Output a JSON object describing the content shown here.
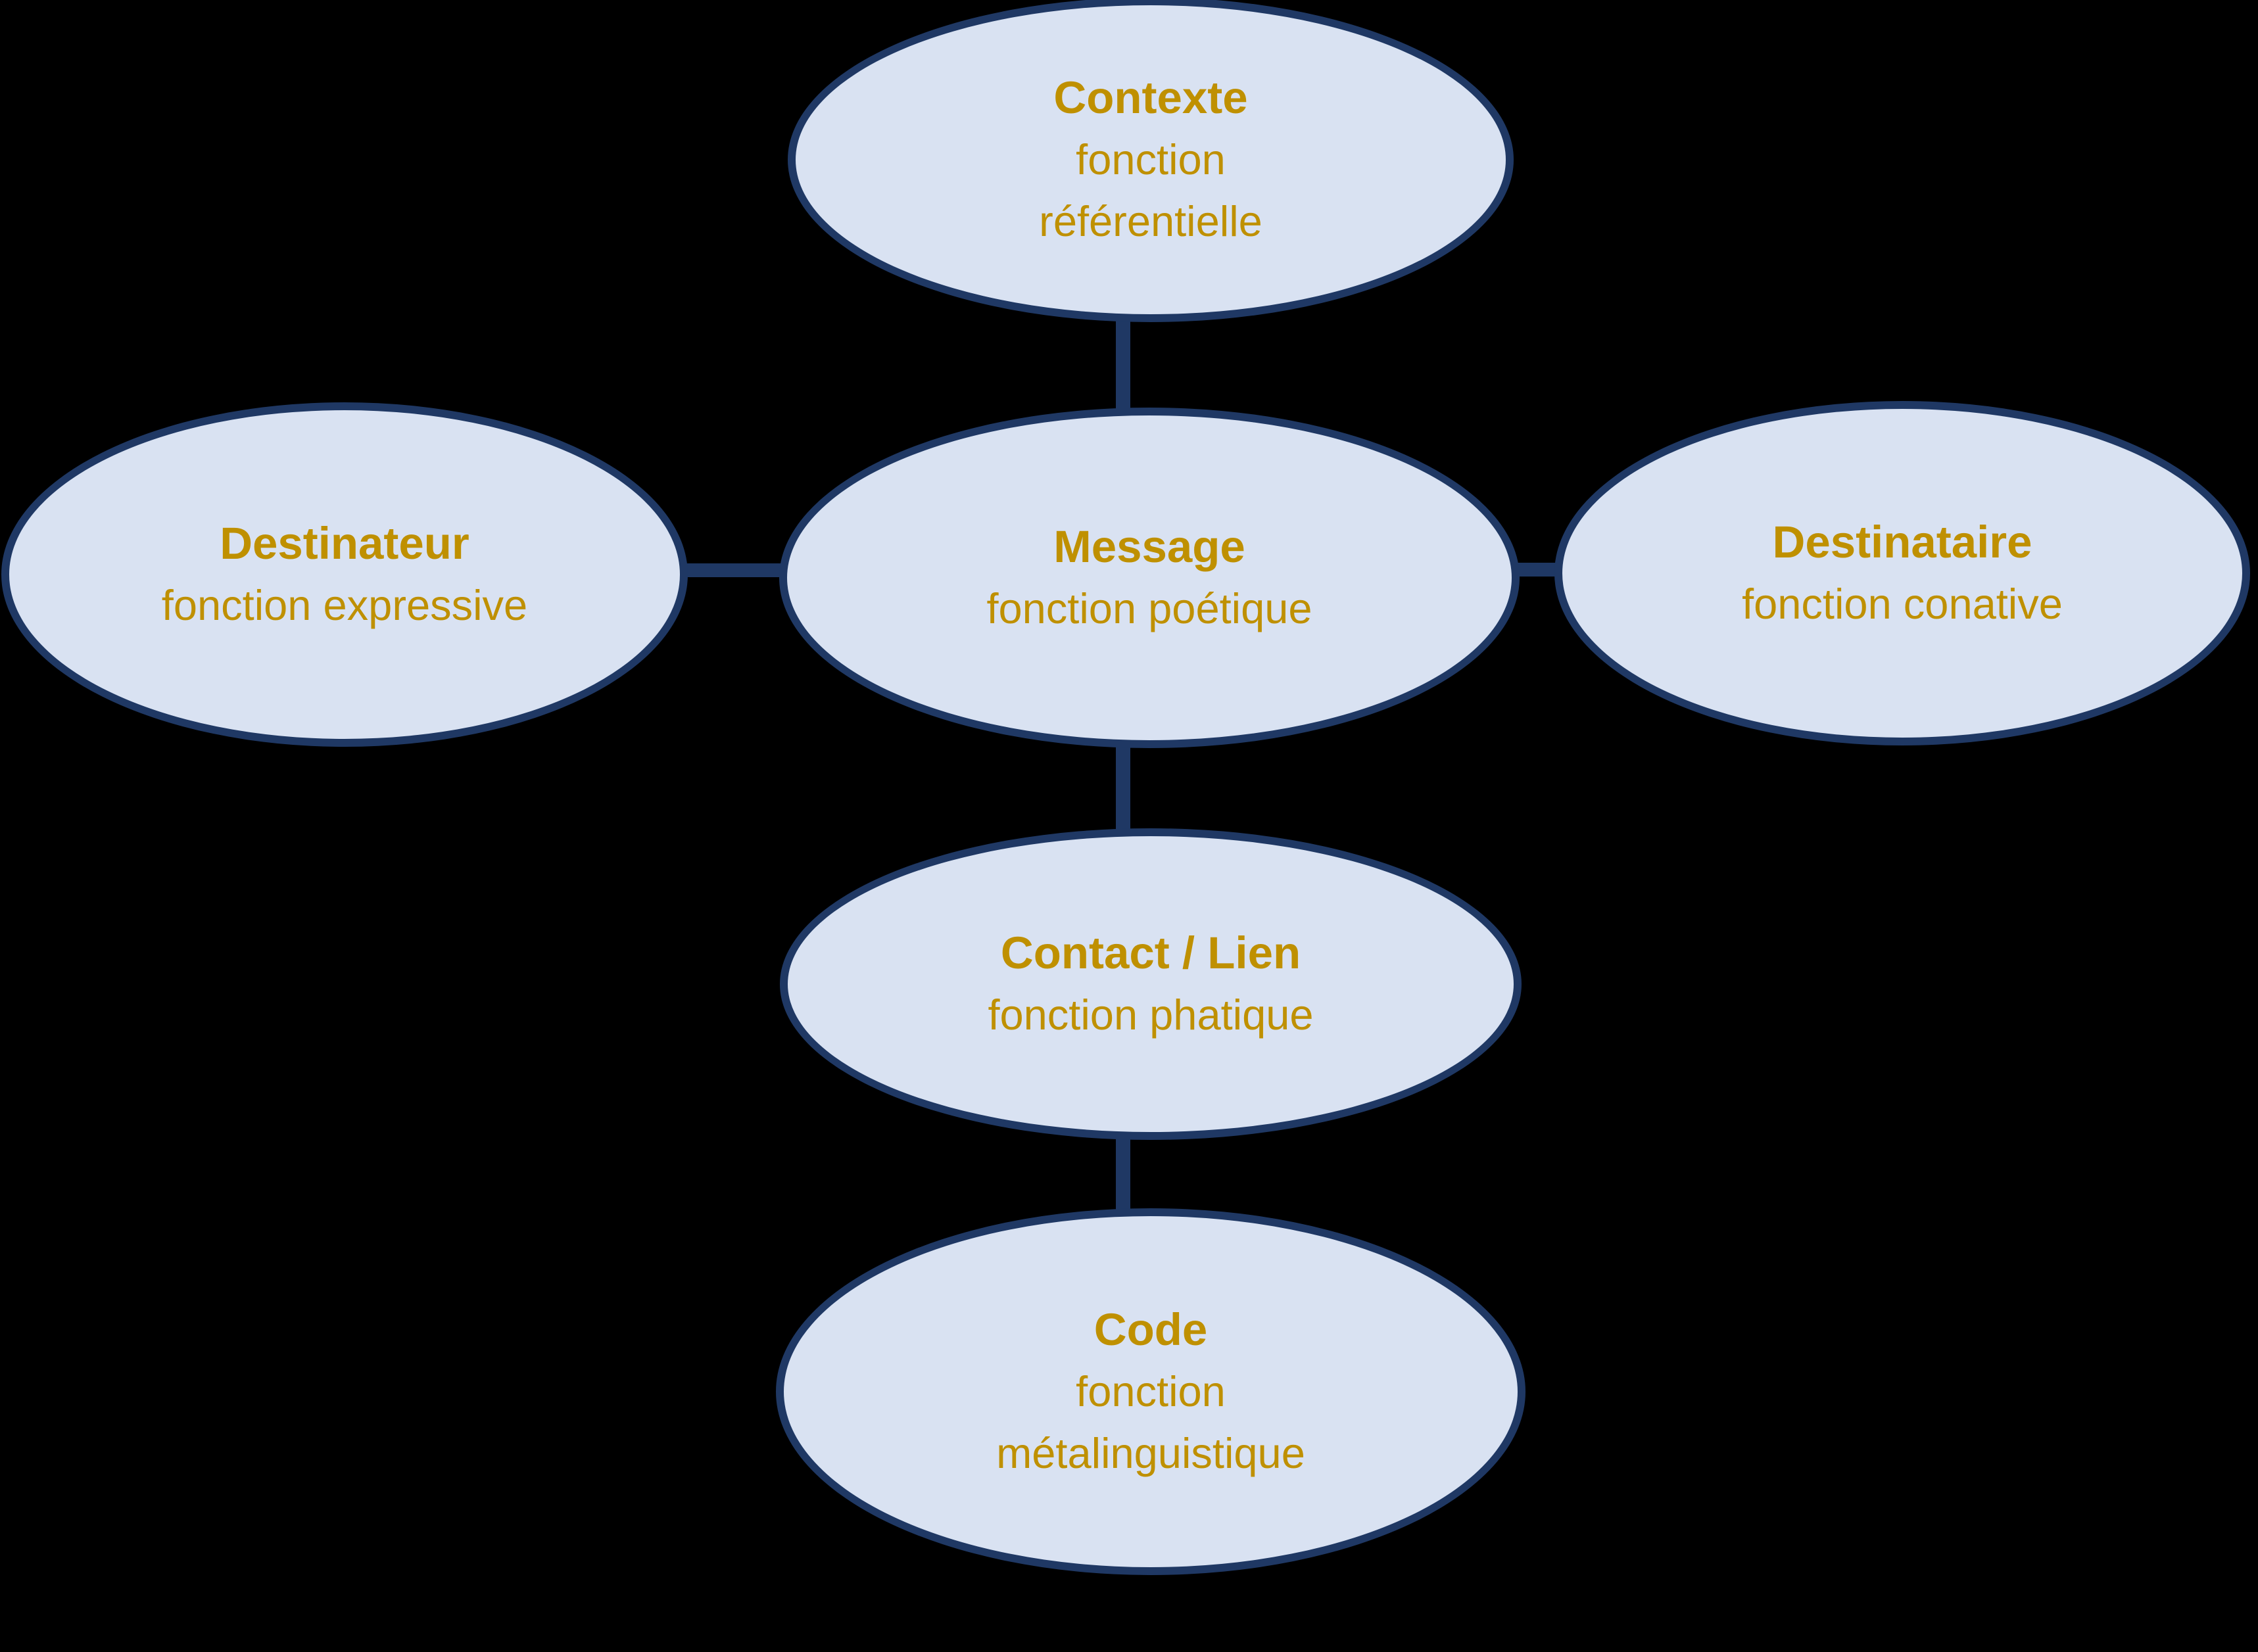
{
  "page": {
    "background": "#000000",
    "description": "Schéma des fonctions du langage (modèle de Jakobson)"
  },
  "palette": {
    "page_background": "#000000",
    "node_fill": "#d9e2f2",
    "node_border": "#1f3864",
    "connector": "#1f3864",
    "title_color": "#bf9000",
    "subtitle_color": "#bf9000"
  },
  "nodes": [
    {
      "id": "contexte",
      "title": "Contexte",
      "subtitle": "fonction\nréférentielle"
    },
    {
      "id": "destinateur",
      "title": "Destinateur",
      "subtitle": "fonction expressive"
    },
    {
      "id": "message",
      "title": "Message",
      "subtitle": "fonction poétique"
    },
    {
      "id": "destinataire",
      "title": "Destinataire",
      "subtitle": "fonction conative"
    },
    {
      "id": "contact",
      "title": "Contact / Lien",
      "subtitle": "fonction phatique"
    },
    {
      "id": "code",
      "title": "Code",
      "subtitle": "fonction\nmétalinguistique"
    }
  ],
  "connectors": [
    {
      "from": "contexte",
      "to": "message"
    },
    {
      "from": "destinateur",
      "to": "message"
    },
    {
      "from": "message",
      "to": "destinataire"
    },
    {
      "from": "message",
      "to": "contact"
    },
    {
      "from": "contact",
      "to": "code"
    }
  ]
}
